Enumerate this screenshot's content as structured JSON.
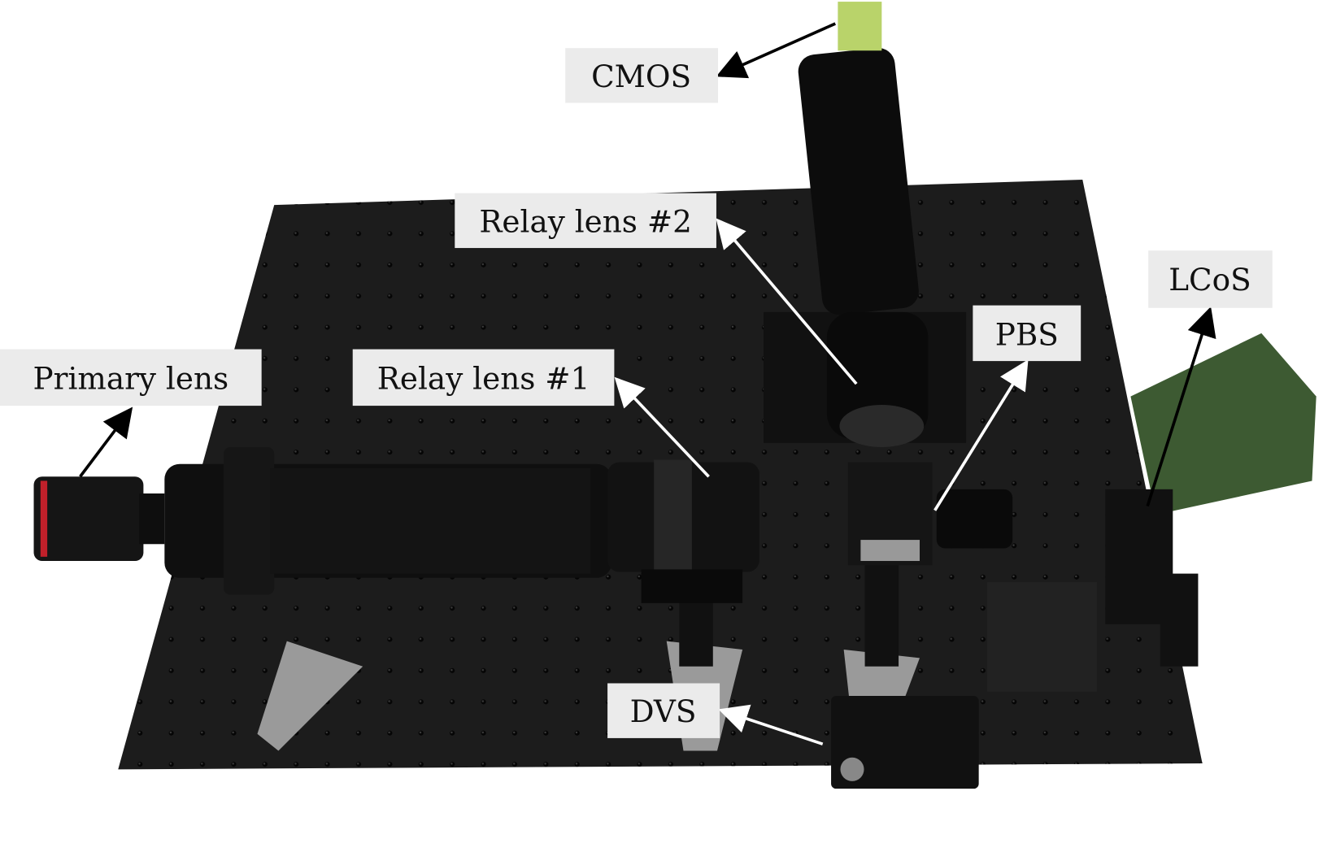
{
  "figure": {
    "labels": {
      "cmos": "CMOS",
      "relay_lens_2": "Relay lens #2",
      "primary_lens": "Primary lens",
      "relay_lens_1": "Relay lens #1",
      "pbs": "PBS",
      "lcos": "LCoS",
      "dvs": "DVS"
    },
    "colors": {
      "table": "#1c1c1c",
      "label_background": "#ebebeb",
      "arrow_dark": "#000000",
      "arrow_light": "#ffffff"
    }
  }
}
